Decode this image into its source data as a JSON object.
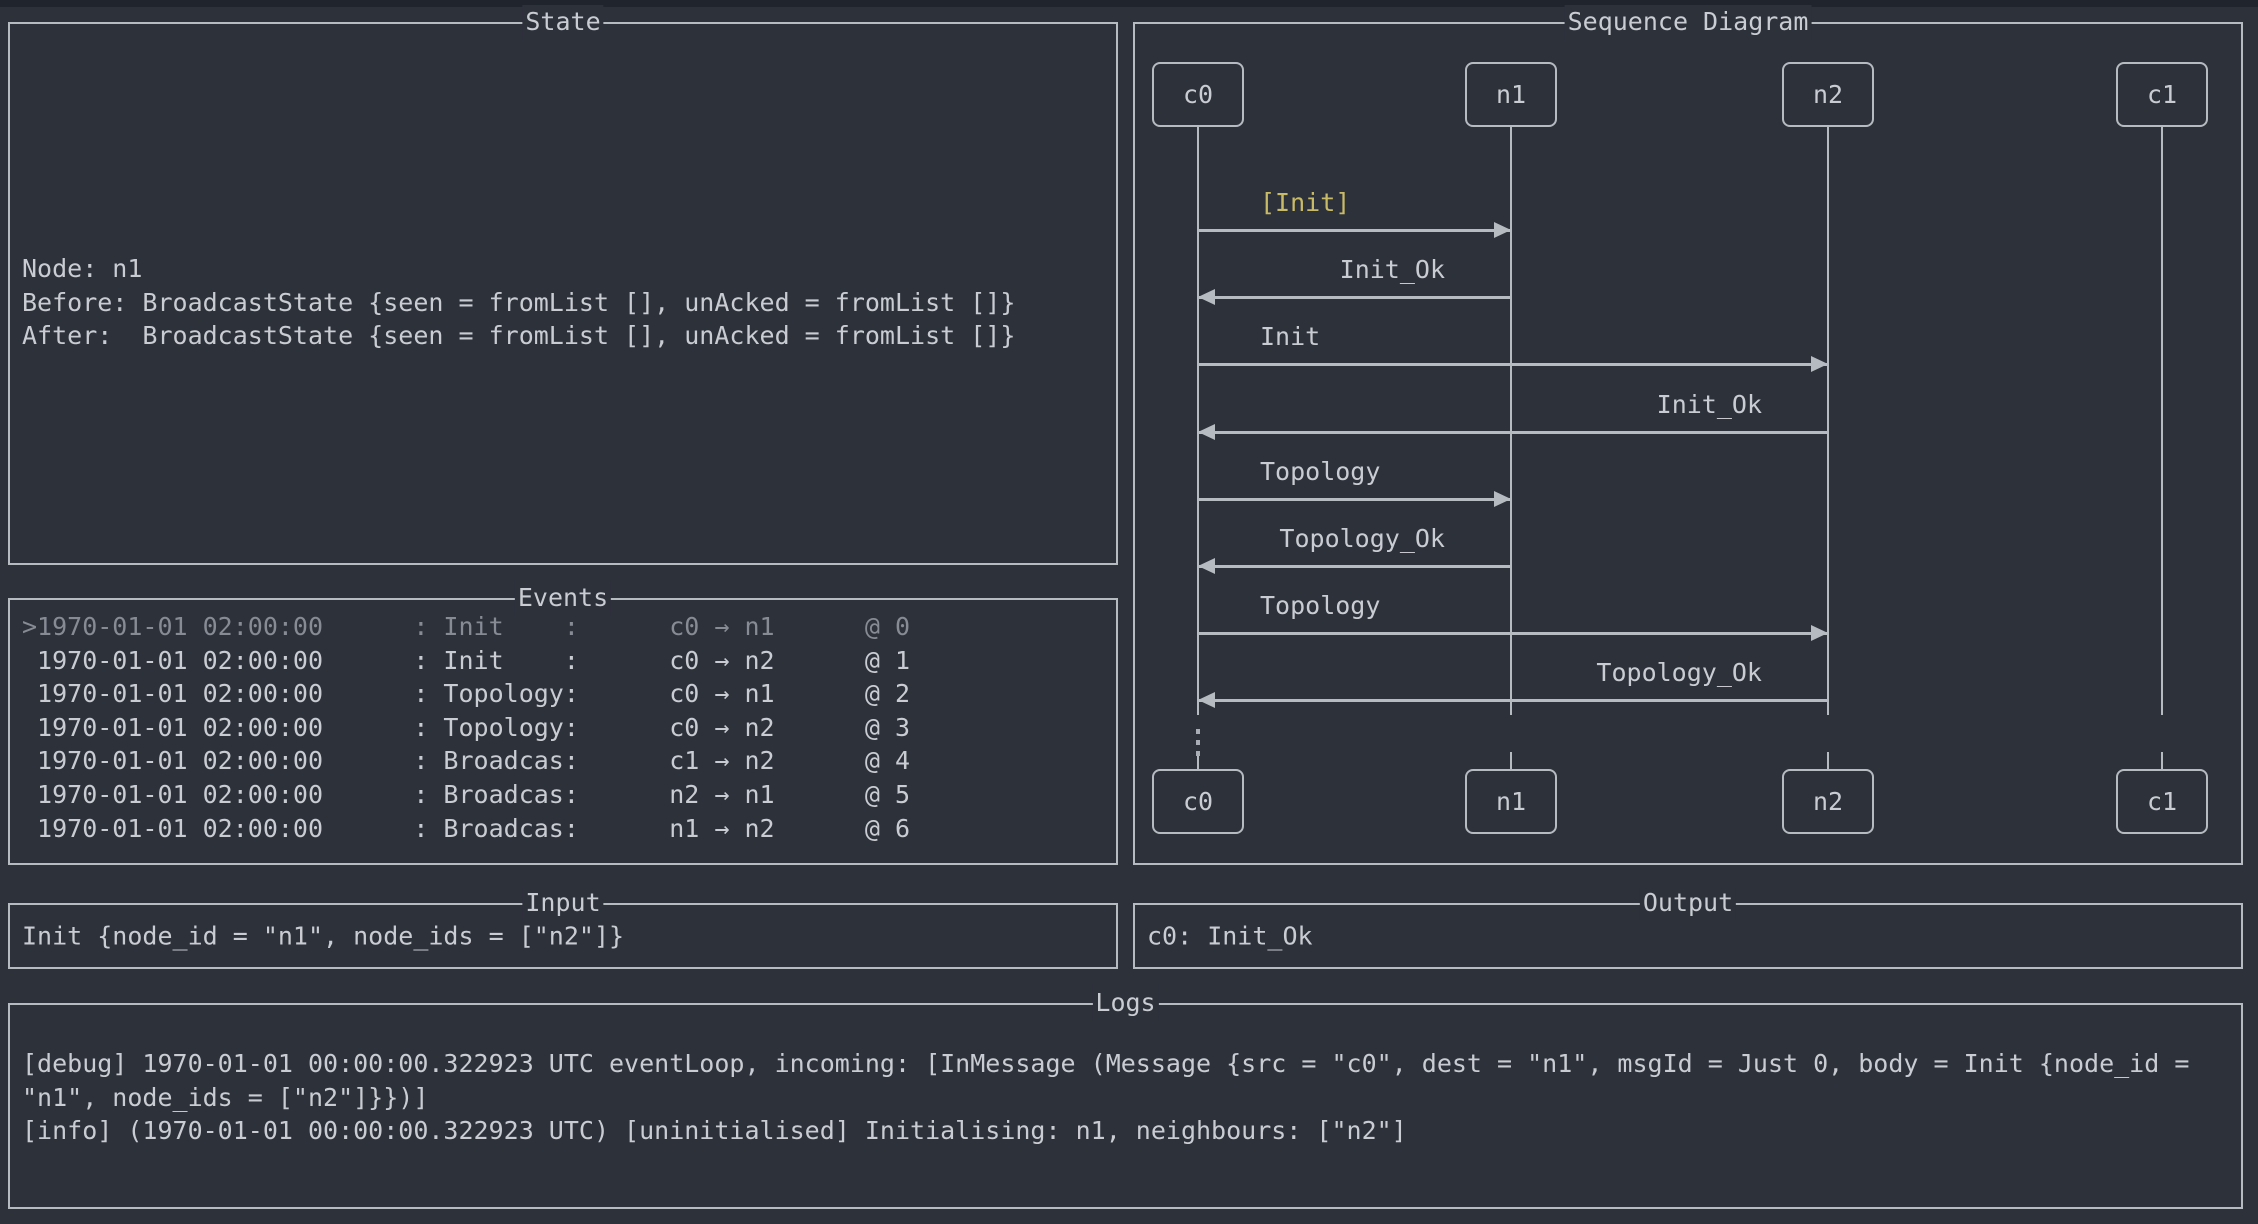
{
  "colors": {
    "background": "#2d313a",
    "border": "#b6bac1",
    "text": "#c9ccd2",
    "dim_text": "#868b94",
    "highlight": "#c9ba68"
  },
  "glyphs": {
    "arrow_right": "→",
    "selected_marker": ">",
    "ellipsis": "⋮"
  },
  "panels": {
    "state": {
      "title": "State",
      "lines": [
        "Node: n1",
        "Before: BroadcastState {seen = fromList [], unAcked = fromList []}",
        "After:  BroadcastState {seen = fromList [], unAcked = fromList []}"
      ]
    },
    "events": {
      "title": "Events",
      "rows": [
        {
          "selected": true,
          "time": "1970-01-01 02:00:00",
          "type": "Init",
          "from": "c0",
          "to": "n1",
          "seq": "0"
        },
        {
          "selected": false,
          "time": "1970-01-01 02:00:00",
          "type": "Init",
          "from": "c0",
          "to": "n2",
          "seq": "1"
        },
        {
          "selected": false,
          "time": "1970-01-01 02:00:00",
          "type": "Topology",
          "from": "c0",
          "to": "n1",
          "seq": "2"
        },
        {
          "selected": false,
          "time": "1970-01-01 02:00:00",
          "type": "Topology",
          "from": "c0",
          "to": "n2",
          "seq": "3"
        },
        {
          "selected": false,
          "time": "1970-01-01 02:00:00",
          "type": "Broadcas",
          "from": "c1",
          "to": "n2",
          "seq": "4"
        },
        {
          "selected": false,
          "time": "1970-01-01 02:00:00",
          "type": "Broadcas",
          "from": "n2",
          "to": "n1",
          "seq": "5"
        },
        {
          "selected": false,
          "time": "1970-01-01 02:00:00",
          "type": "Broadcas",
          "from": "n1",
          "to": "n2",
          "seq": "6"
        }
      ]
    },
    "sequence": {
      "title": "Sequence Diagram",
      "actors": [
        "c0",
        "n1",
        "n2",
        "c1"
      ],
      "messages": [
        {
          "label": "[Init]",
          "from": "c0",
          "to": "n1",
          "highlight": true
        },
        {
          "label": "Init_Ok",
          "from": "n1",
          "to": "c0",
          "highlight": false
        },
        {
          "label": "Init",
          "from": "c0",
          "to": "n2",
          "highlight": false
        },
        {
          "label": "Init_Ok",
          "from": "n2",
          "to": "c0",
          "highlight": false
        },
        {
          "label": "Topology",
          "from": "c0",
          "to": "n1",
          "highlight": false
        },
        {
          "label": "Topology_Ok",
          "from": "n1",
          "to": "c0",
          "highlight": false
        },
        {
          "label": "Topology",
          "from": "c0",
          "to": "n2",
          "highlight": false
        },
        {
          "label": "Topology_Ok",
          "from": "n2",
          "to": "c0",
          "highlight": false
        }
      ],
      "truncated_indicator_actor": "c0"
    },
    "input": {
      "title": "Input",
      "text": "Init {node_id = \"n1\", node_ids = [\"n2\"]}"
    },
    "output": {
      "title": "Output",
      "text": "c0: Init_Ok"
    },
    "logs": {
      "title": "Logs",
      "lines": [
        "[debug] 1970-01-01 00:00:00.322923 UTC eventLoop, incoming: [InMessage (Message {src = \"c0\", dest = \"n1\", msgId = Just 0, body = Init {node_id = \"n1\", node_ids = [\"n2\"]}})]",
        "[info] (1970-01-01 00:00:00.322923 UTC) [uninitialised] Initialising: n1, neighbours: [\"n2\"]"
      ]
    }
  }
}
